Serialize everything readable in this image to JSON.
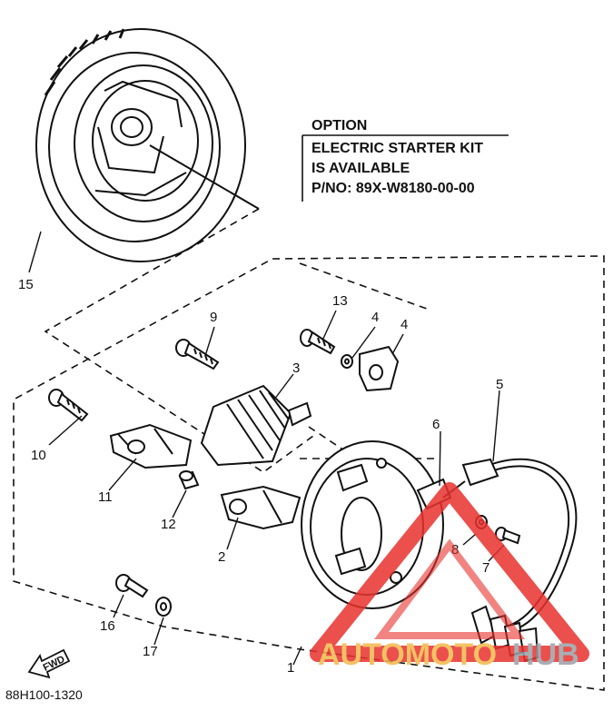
{
  "option_note": {
    "title": "OPTION",
    "lines": [
      "ELECTRIC STARTER KIT",
      "IS AVAILABLE",
      "P/NO: 89X-W8180-00-00"
    ]
  },
  "callouts": [
    "15",
    "13",
    "9",
    "4",
    "4",
    "3",
    "5",
    "10",
    "6",
    "11",
    "12",
    "2",
    "8",
    "7",
    "16",
    "17",
    "1"
  ],
  "fwd_label": "FWD",
  "diagram_code": "88H100-1320",
  "watermark": {
    "part1": "AUTOMOTO",
    "part2": "HUB",
    "accent": "#e8322e",
    "gold": "#f2b84a"
  }
}
